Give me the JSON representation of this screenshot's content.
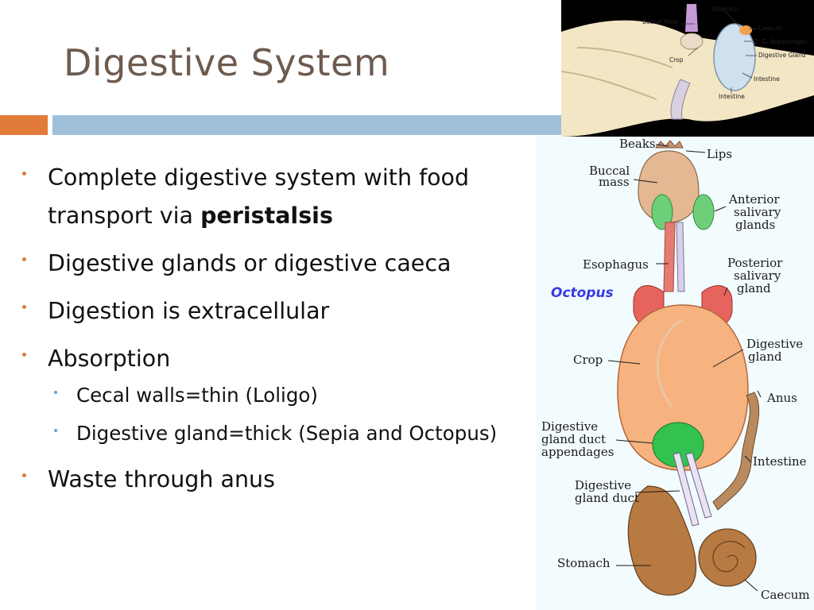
{
  "slide": {
    "title": "Digestive System",
    "bullets": [
      {
        "text_before": "Complete digestive system with food transport via ",
        "bold": "peristalsis"
      },
      {
        "text": "Digestive glands or digestive caeca"
      },
      {
        "text": "Digestion is extracellular"
      },
      {
        "text": "Absorption",
        "sub": [
          "Cecal walls=thin (Loligo)",
          "Digestive gland=thick (Sepia and Octopus)"
        ]
      },
      {
        "text": "Waste through anus"
      }
    ]
  },
  "top_diagram": {
    "labels": {
      "stomach": "Stomach",
      "buccal_mass": "Buccal Mass",
      "caecum": "Caecum",
      "dg_appendages": "D. G. Appendages",
      "digestive_gland": "Digestive Gland",
      "crop": "Crop",
      "intestine": "Intestine",
      "intestine2": "Intestine"
    }
  },
  "right_diagram": {
    "organism": "Octopus",
    "labels": {
      "beaks": "Beaks",
      "lips": "Lips",
      "buccal_1": "Buccal",
      "buccal_2": "mass",
      "ant_1": "Anterior",
      "ant_2": "salivary",
      "ant_3": "glands",
      "esophagus": "Esophagus",
      "post_1": "Posterior",
      "post_2": "salivary",
      "post_3": "gland",
      "dg_1": "Digestive",
      "dg_2": "gland",
      "crop": "Crop",
      "anus": "Anus",
      "dgda_1": "Digestive",
      "dgda_2": "gland duct",
      "dgda_3": "appendages",
      "intestine": "Intestine",
      "dgd_1": "Digestive",
      "dgd_2": "gland duct",
      "stomach": "Stomach",
      "caecum": "Caecum"
    }
  },
  "colors": {
    "title": "#6e5b4f",
    "accent_bar": "#e07b39",
    "main_bar": "#9fc0db",
    "organism_label": "#3a3adf"
  }
}
